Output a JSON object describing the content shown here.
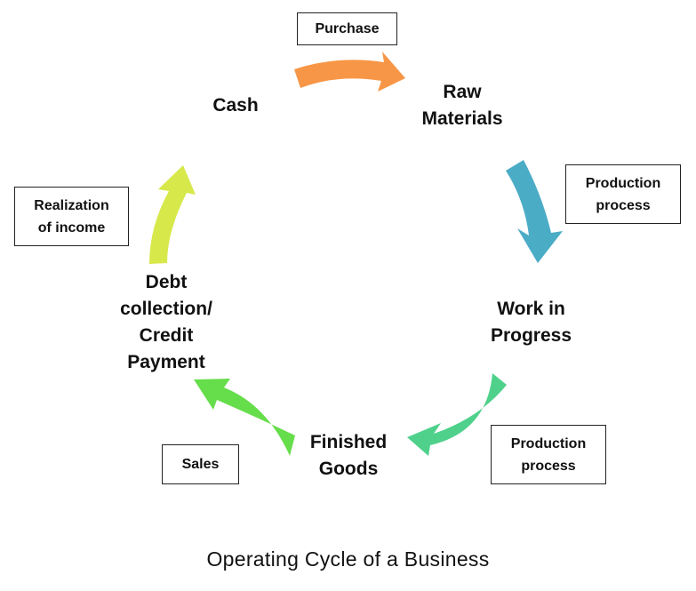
{
  "cycle": {
    "nodes": {
      "cash": {
        "line1": "Cash"
      },
      "raw_materials": {
        "line1": "Raw",
        "line2": "Materials"
      },
      "work_in_progress": {
        "line1": "Work in",
        "line2": "Progress"
      },
      "finished_goods": {
        "line1": "Finished",
        "line2": "Goods"
      },
      "debt_collection": {
        "line1": "Debt",
        "line2": "collection/",
        "line3": "Credit",
        "line4": "Payment"
      }
    },
    "labels": {
      "purchase": {
        "line1": "Purchase"
      },
      "production_process_1": {
        "line1": "Production",
        "line2": "process"
      },
      "production_process_2": {
        "line1": "Production",
        "line2": "process"
      },
      "sales": {
        "line1": "Sales"
      },
      "realization": {
        "line1": "Realization",
        "line2": "of income"
      }
    },
    "arrow_colors": {
      "purchase": "#f79646",
      "production_1": "#4bacc6",
      "production_2": "#4fd18b",
      "sales": "#66dd4b",
      "realization": "#d7e84a"
    }
  },
  "caption": "Operating Cycle of a Business"
}
